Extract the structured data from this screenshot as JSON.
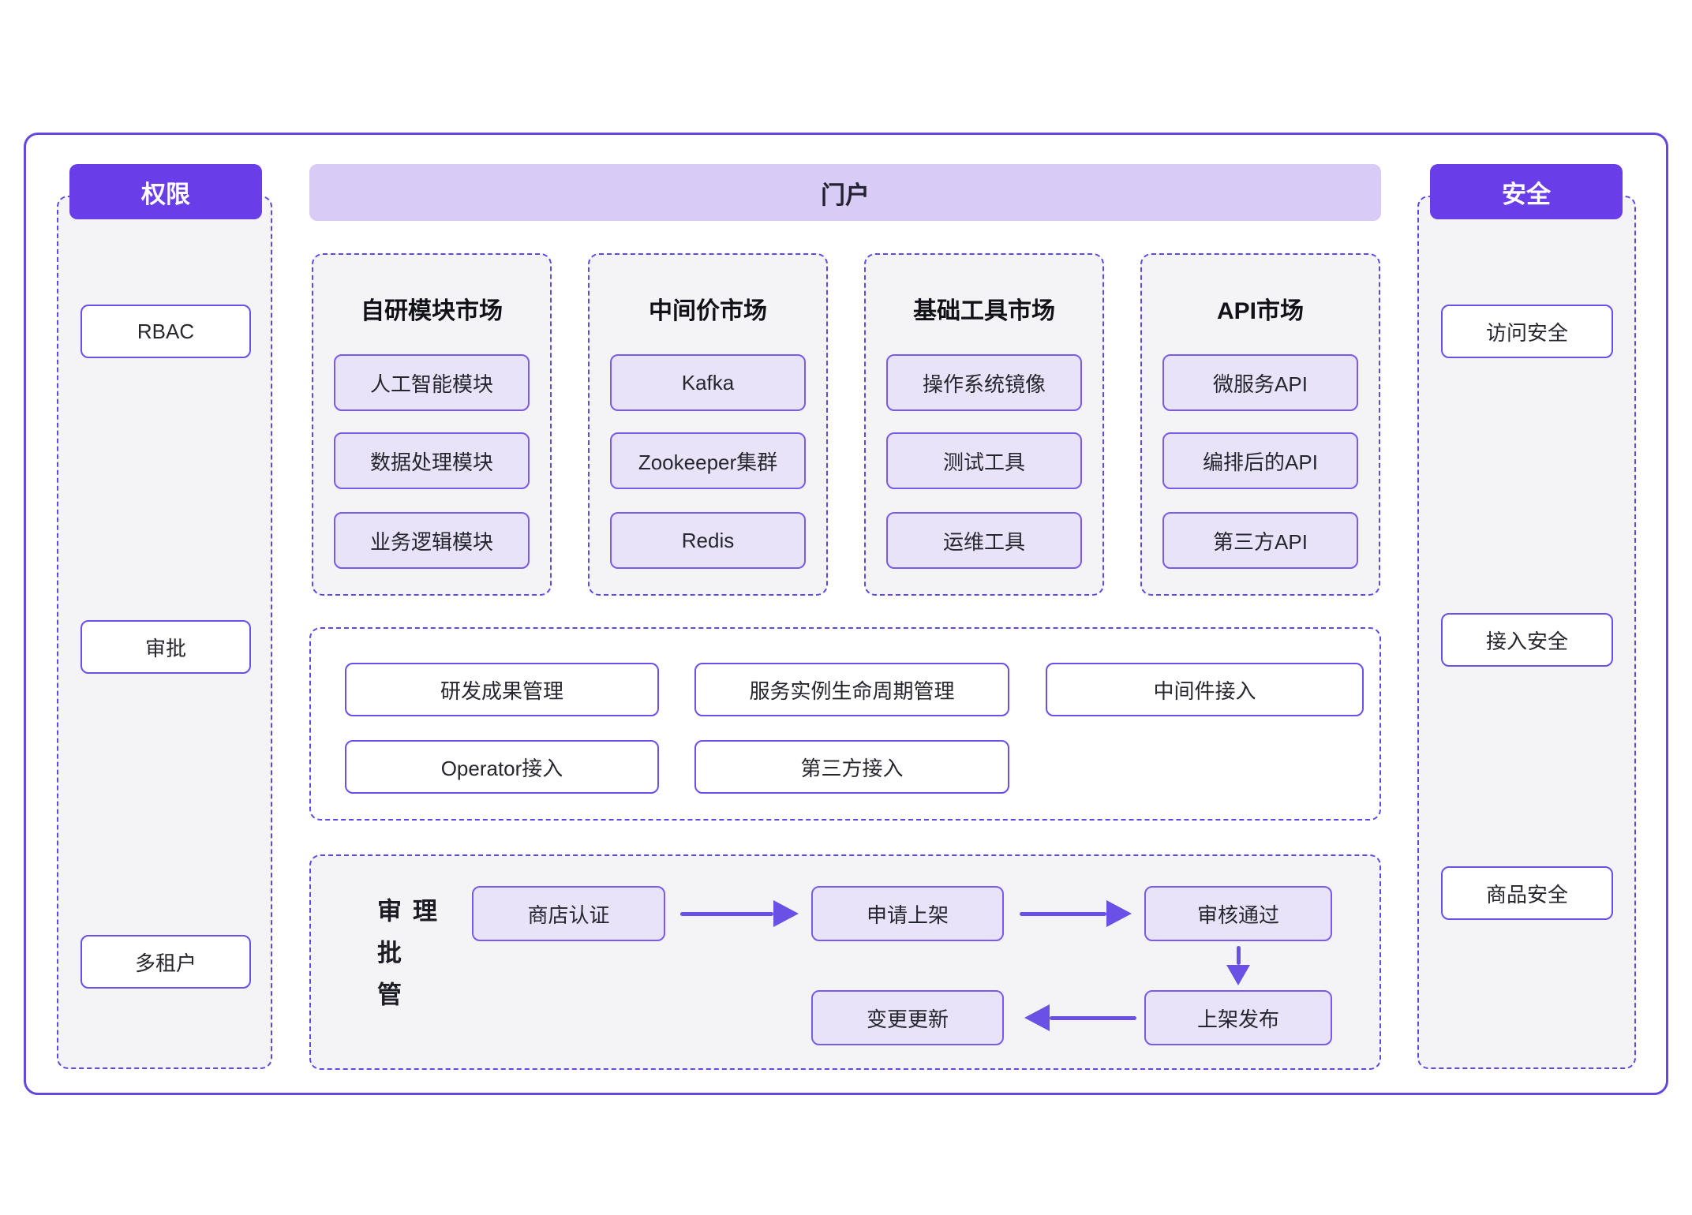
{
  "left_panel": {
    "header": "权限",
    "items": [
      "RBAC",
      "审批",
      "多租户"
    ]
  },
  "right_panel": {
    "header": "安全",
    "items": [
      "访问安全",
      "接入安全",
      "商品安全"
    ]
  },
  "portal": {
    "header": "门户",
    "markets": [
      {
        "title": "自研模块市场",
        "items": [
          "人工智能模块",
          "数据处理模块",
          "业务逻辑模块"
        ]
      },
      {
        "title": "中间价市场",
        "items": [
          "Kafka",
          "Zookeeper集群",
          "Redis"
        ]
      },
      {
        "title": "基础工具市场",
        "items": [
          "操作系统镜像",
          "测试工具",
          "运维工具"
        ]
      },
      {
        "title": "API市场",
        "items": [
          "微服务API",
          "编排后的API",
          "第三方API"
        ]
      }
    ],
    "management": {
      "items": [
        "研发成果管理",
        "服务实例生命周期管理",
        "中间件接入",
        "Operator接入",
        "第三方接入"
      ]
    },
    "approval": {
      "label": "审批管理",
      "steps": [
        "商店认证",
        "申请上架",
        "审核通过",
        "上架发布",
        "变更更新"
      ]
    }
  },
  "colors": {
    "header_purple": "#693ee8",
    "banner_lavender": "#d8ccf6",
    "panel_gray": "#f4f4f6",
    "node_lavender_fill": "#e9e3f9",
    "node_border_purple": "#7a5ae8",
    "outline_purple": "#6347e0",
    "arrow_purple": "#6a50e4"
  }
}
